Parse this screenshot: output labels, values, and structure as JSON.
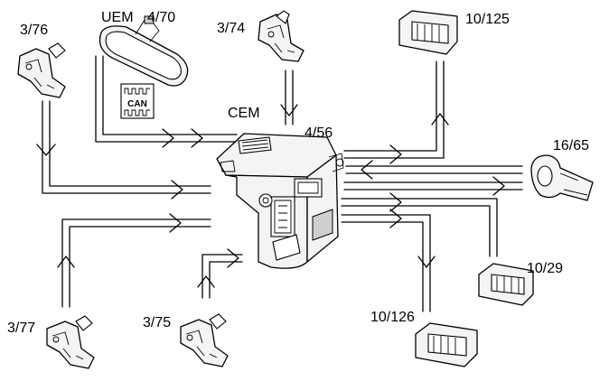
{
  "labels": {
    "uem": "UEM",
    "uem_code": "4/70",
    "cem": "CEM",
    "cem_code": "4/56",
    "c_3_76": "3/76",
    "c_3_74": "3/74",
    "c_10_125": "10/125",
    "c_16_65": "16/65",
    "c_10_29": "10/29",
    "c_10_126": "10/126",
    "c_3_77": "3/77",
    "c_3_75": "3/75",
    "can_badge": "CAN"
  },
  "icons": {
    "uem": "rear-view-mirror-icon",
    "cem": "central-electronic-module-icon",
    "door_lock": "door-lock-icon",
    "lamp": "courtesy-lamp-icon",
    "sensor": "sensor-icon",
    "can": "can-bus-icon"
  },
  "colors": {
    "line": "#000000",
    "background": "#ffffff",
    "component_fill": "#f4f4f4"
  }
}
